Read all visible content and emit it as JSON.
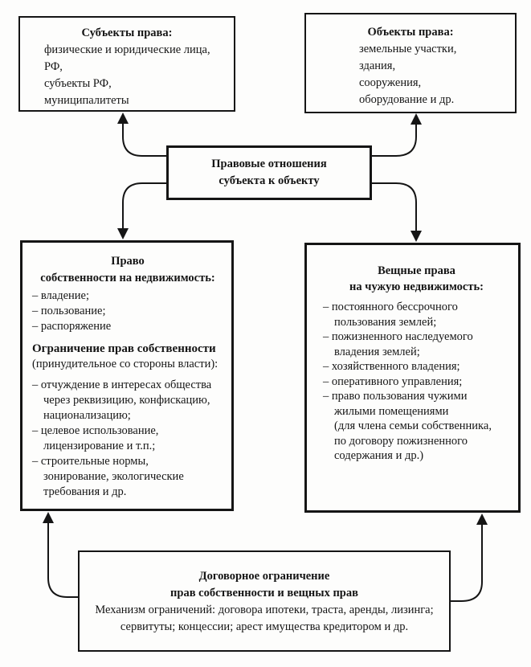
{
  "diagram": {
    "subjects_box": {
      "title": "Субъекты права:",
      "body": "физические и юридические лица,\nРФ,\nсубъекты РФ,\nмуниципалитеты"
    },
    "objects_box": {
      "title": "Объекты права:",
      "body": "земельные участки,\nздания,\nсооружения,\nоборудование и др."
    },
    "relation_box": {
      "title": "Правовые отношения\nсубъекта к объекту"
    },
    "ownership_box": {
      "title": "Право\nсобственности  на недвижимость:",
      "items": [
        "– владение;",
        "– пользование;",
        "– распоряжение"
      ],
      "subtitle": "Ограничение прав собственности",
      "subtitle_note": "(принудительное со стороны власти):",
      "sub_items": [
        "– отчуждение в интересах общества\nчерез реквизицию, конфискацию,\nнационализацию;",
        "– целевое использование,\nлицензирование и т.п.;",
        "– строительные нормы,\nзонирование, экологические\nтребования и др."
      ]
    },
    "real_rights_box": {
      "title": "Вещные права\nна чужую недвижимость:",
      "items": [
        "– постоянного бессрочного\nпользования землей;",
        "– пожизненного наследуемого\nвладения землей;",
        "– хозяйственного владения;",
        "– оперативного управления;",
        "– право пользования чужими\nжилыми помещениями\n(для члена семьи собственника,\nпо договору пожизненного\nсодержания и др.)"
      ]
    },
    "contract_box": {
      "title": "Договорное ограничение\nправ собственности и вещных прав",
      "body": "Механизм ограничений: договора ипотеки, траста, аренды, лизинга;\nсервитуты; концессии; арест имущества кредитором и др."
    },
    "colors": {
      "ink": "#151515",
      "paper": "#fdfdfc"
    }
  }
}
